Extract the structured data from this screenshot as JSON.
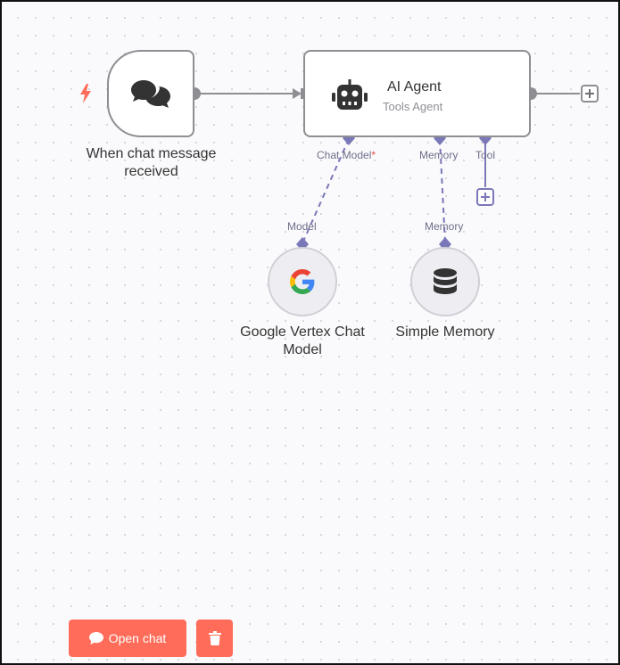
{
  "nodes": {
    "trigger": {
      "label": "When chat message received",
      "icon": "chat-bubbles-icon"
    },
    "agent": {
      "title": "AI Agent",
      "subtitle": "Tools Agent",
      "icon": "robot-icon"
    },
    "vertex": {
      "label": "Google Vertex Chat Model",
      "icon": "google-logo"
    },
    "memory": {
      "label": "Simple Memory",
      "icon": "database-icon"
    }
  },
  "ports": {
    "chat_model": "Chat Model",
    "chat_model_required": "*",
    "memory": "Memory",
    "tool": "Tool",
    "model_in": "Model",
    "memory_in": "Memory"
  },
  "actions": {
    "open_chat": "Open chat",
    "delete_icon": "trash-icon"
  },
  "colors": {
    "accent": "#ff6d5a",
    "port": "#7a78b8",
    "edge": "#8e8e93",
    "node_border": "#8e8e93"
  }
}
